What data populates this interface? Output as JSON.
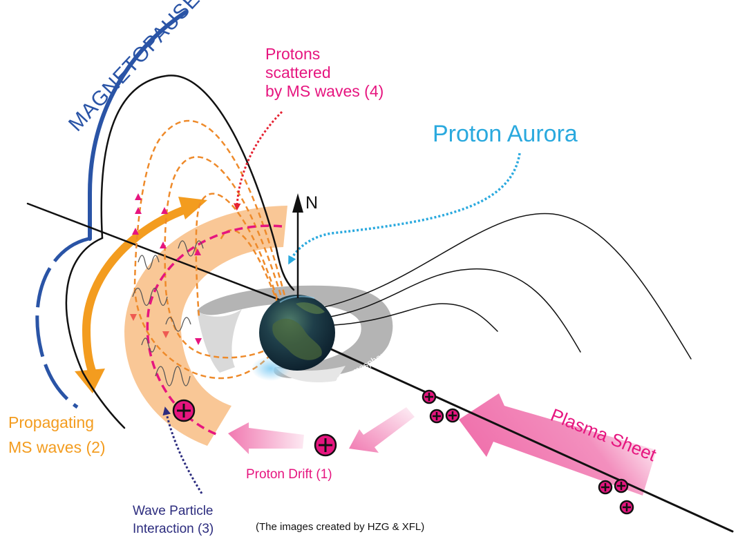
{
  "labels": {
    "magnetopause": "MAGNETOPAUSE",
    "protons_scattered": [
      "Protons",
      "scattered",
      "by MS waves (4)"
    ],
    "proton_aurora": "Proton Aurora",
    "north": "N",
    "plasmasphere": "Plasmasphere",
    "propagating": [
      "Propagating",
      "MS waves (2)"
    ],
    "proton_drift": "Proton Drift (1)",
    "plasma_sheet": "Plasma Sheet",
    "wave_particle": [
      "Wave Particle",
      "Interaction (3)"
    ],
    "credit": "(The images created by HZG & XFL)",
    "proton_symbol": "+"
  },
  "colors": {
    "magnetopause": "#2a54a6",
    "magenta": "#e6157f",
    "aurora": "#2aa9de",
    "orange": "#f39c1f",
    "orange_band": "#f9c490",
    "navy": "#2c2c7e",
    "plasma_pink": "#ef6aa8",
    "field_line": "#111111"
  },
  "icons": {
    "proton": "plus-circle-icon",
    "north_arrow": "arrow-up-icon",
    "earth": "globe-icon"
  }
}
